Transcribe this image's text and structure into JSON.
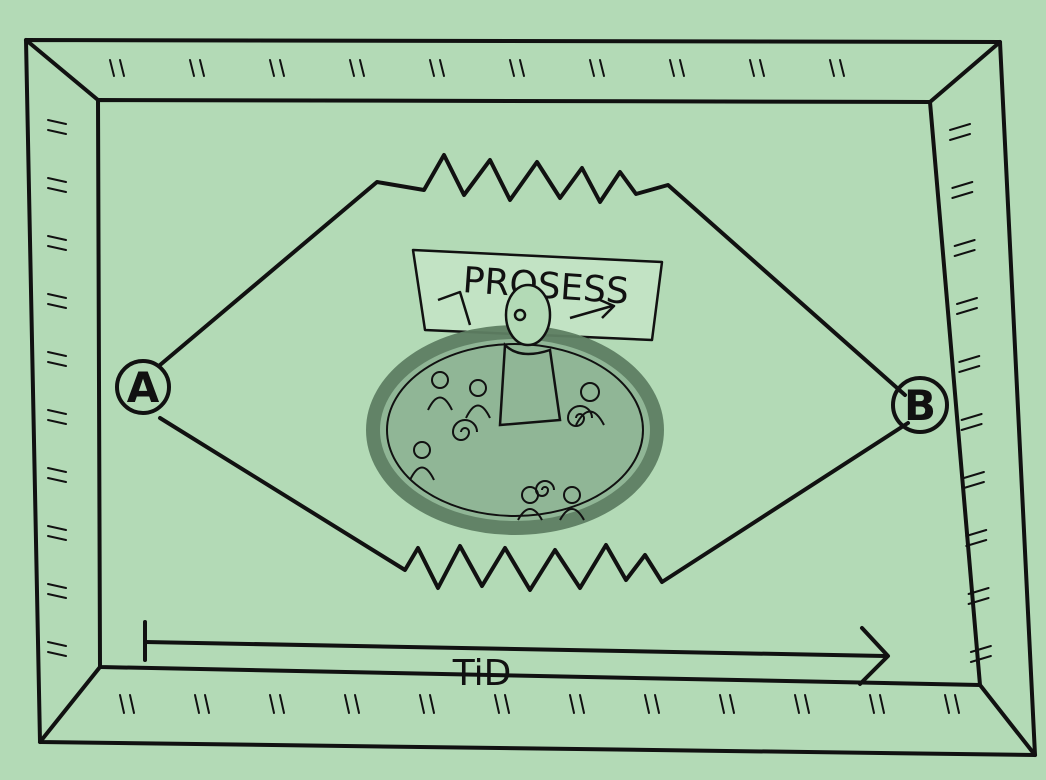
{
  "colors": {
    "background": "#b3dab6",
    "ink": "#111111",
    "circle_fill": "#8fb595",
    "circle_stroke": "#5e7f63"
  },
  "diagram": {
    "start_label": "A",
    "end_label": "B",
    "process_label": "PROSESS",
    "time_label": "TiD"
  },
  "icons": {
    "frame": "picture-frame-icon",
    "people_circle": "people-in-circle-icon",
    "arrow": "arrow-right-icon"
  }
}
